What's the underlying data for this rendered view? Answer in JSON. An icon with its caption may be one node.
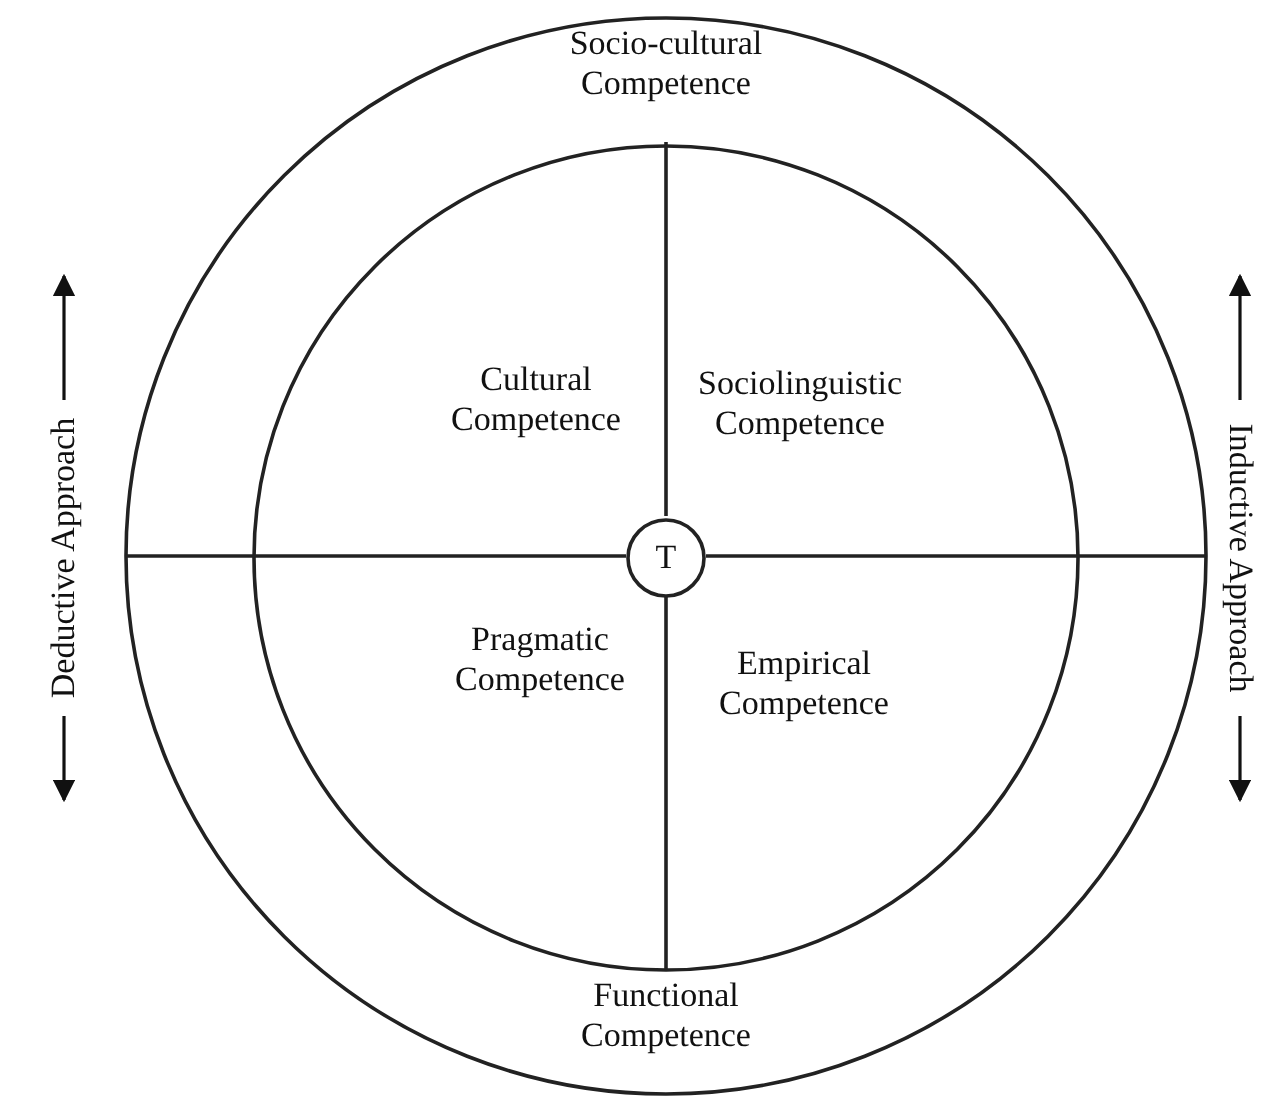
{
  "diagram": {
    "nodes": [
      {
        "text": [
          "Socio-cultural Competence",
          "Functional Competence"
        ]
      },
      {
        "text": [],
        "shape": "circle",
        "in": 0
      },
      {
        "text": [
          "Cultural Competence"
        ],
        "in": 1
      },
      {
        "text": [
          "Sociolinguistic Competence"
        ],
        "in": 1
      },
      {
        "text": [
          "Pragmatic Competence"
        ],
        "in": 1
      },
      {
        "text": [
          "Empirical Competence"
        ],
        "in": 1
      },
      {
        "text": [
          "T"
        ],
        "in": 1
      }
    ],
    "labels": [
      "Deductive Approach",
      "Inductive Approach"
    ]
  }
}
